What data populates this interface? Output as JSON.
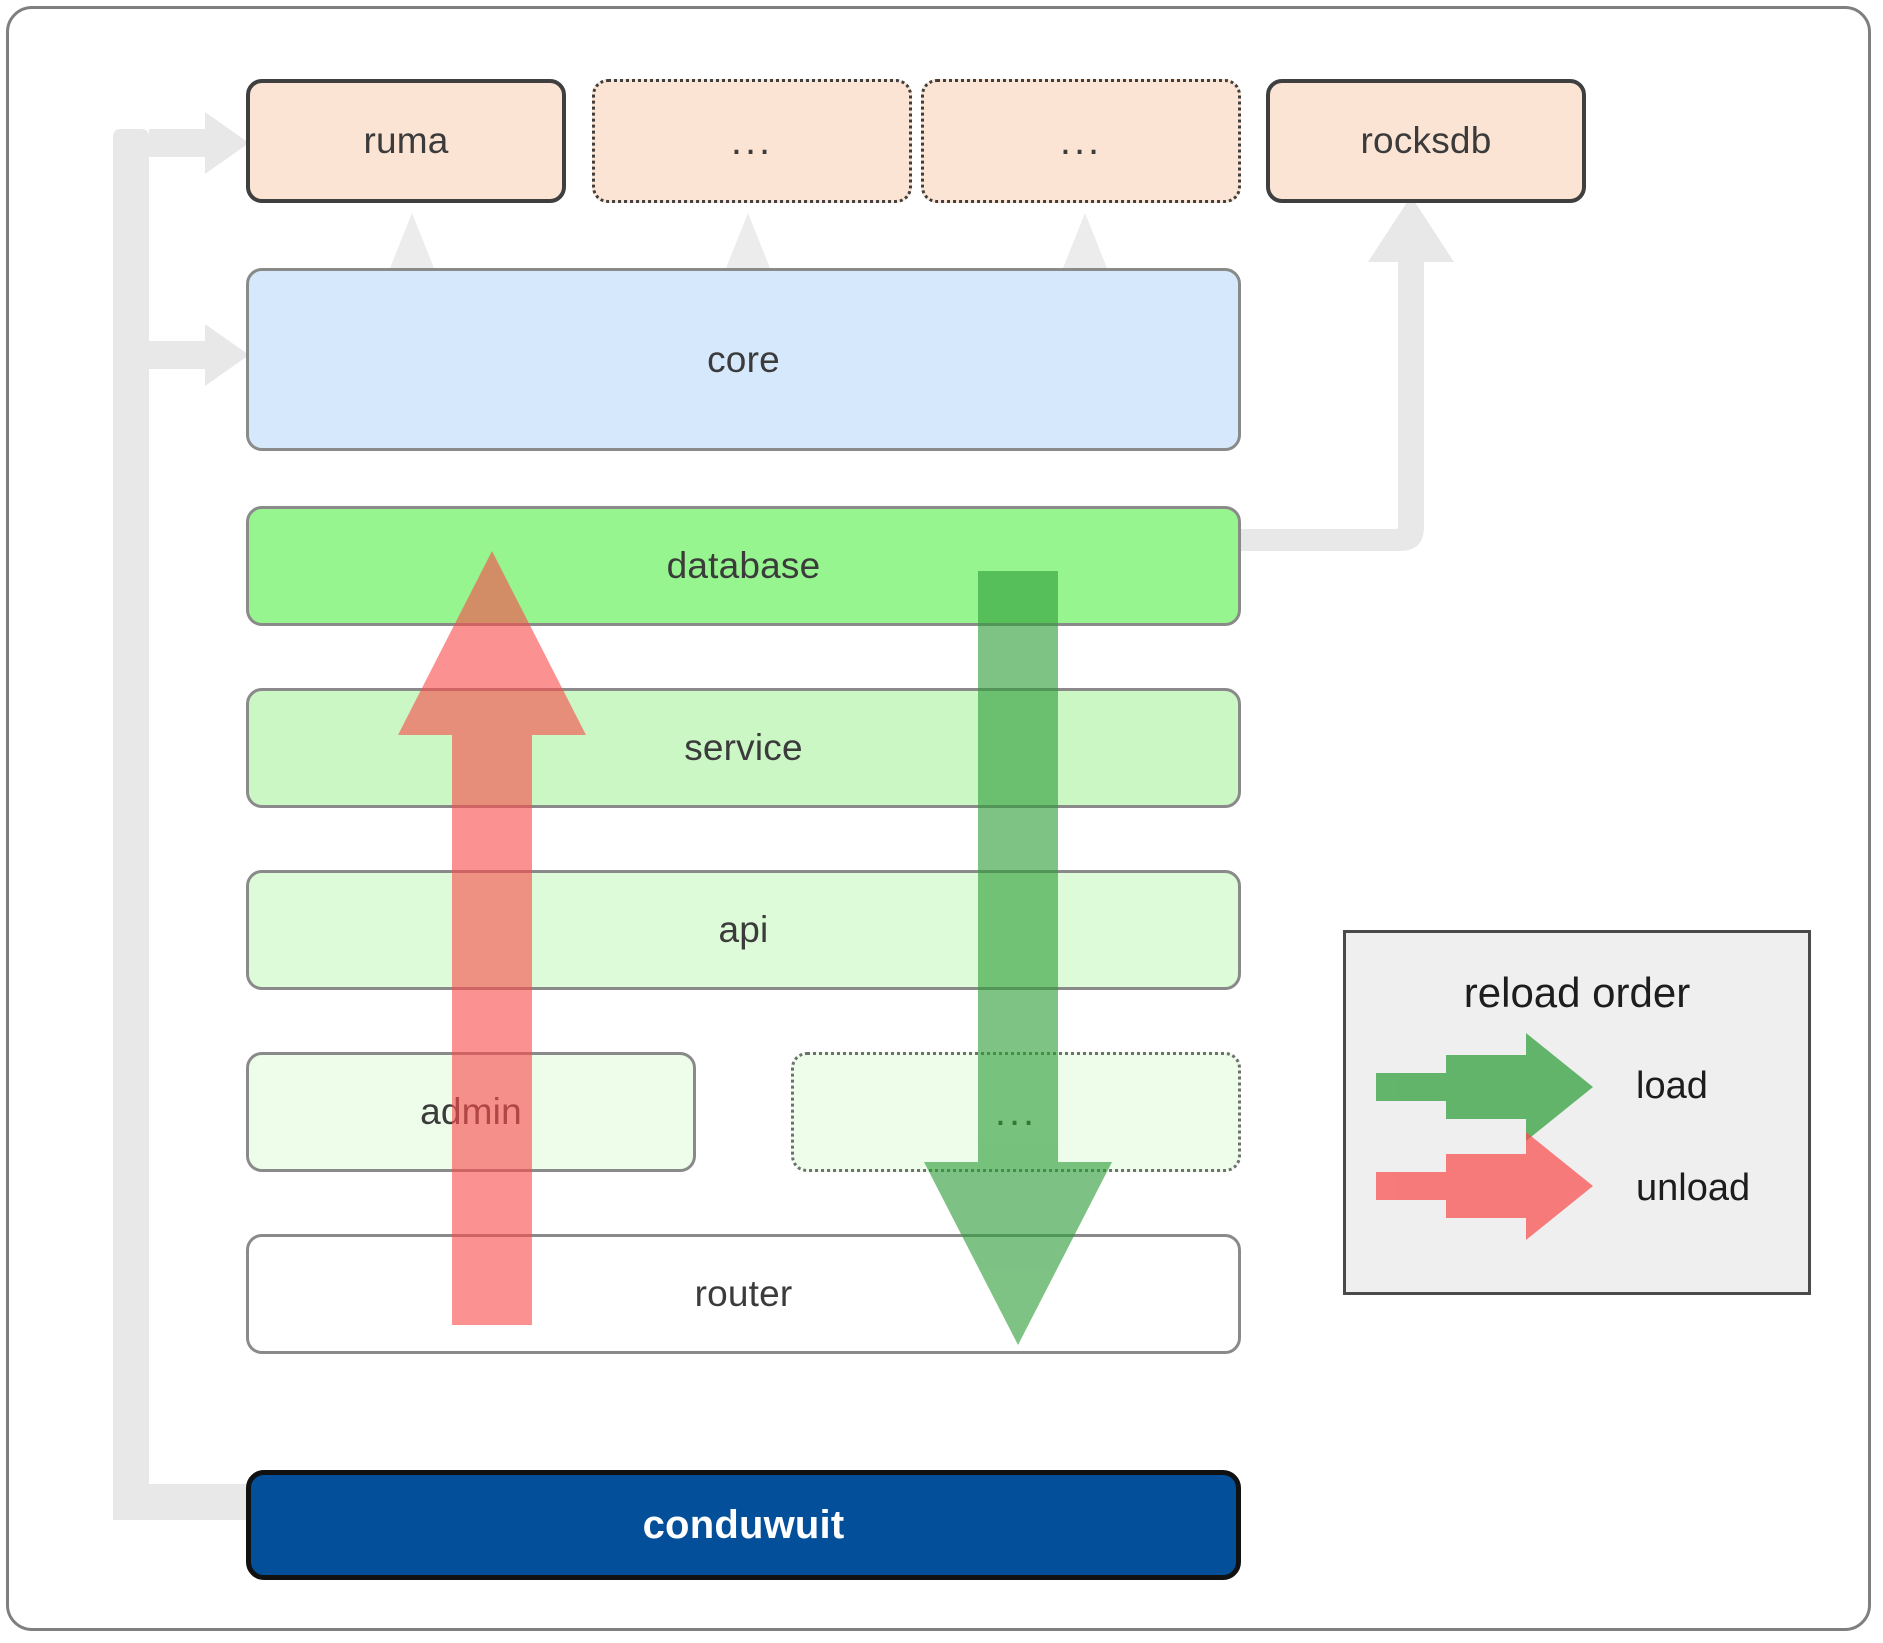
{
  "diagram": {
    "title": "conduwuit crate architecture / reload order",
    "dependencies": [
      {
        "label": "ruma",
        "style": "solid"
      },
      {
        "label": "...",
        "style": "dotted"
      },
      {
        "label": "...",
        "style": "dotted"
      },
      {
        "label": "rocksdb",
        "style": "solid"
      }
    ],
    "layers": [
      {
        "label": "core",
        "color": "#d6e8fb",
        "style": "solid"
      },
      {
        "label": "database",
        "color": "#96f58f",
        "style": "solid"
      },
      {
        "label": "service",
        "color": "#caf7c4",
        "style": "solid"
      },
      {
        "label": "api",
        "color": "#ddfbd8",
        "style": "solid"
      },
      {
        "label": "admin",
        "color": "#edfdea",
        "style": "solid"
      },
      {
        "label": "...",
        "color": "#edfdea",
        "style": "dotted"
      },
      {
        "label": "router",
        "color": "#ffffff",
        "style": "solid"
      }
    ],
    "root": {
      "label": "conduwuit",
      "color": "#044f9a",
      "text_color": "#ffffff"
    },
    "legend": {
      "title": "reload order",
      "entries": [
        {
          "label": "load",
          "color": "#4caf50"
        },
        {
          "label": "unload",
          "color": "#f98080"
        }
      ]
    },
    "flows": {
      "load_direction": "down",
      "unload_direction": "up",
      "load_color": "#4caf50",
      "unload_color": "#f98080",
      "connector_color": "#e8e8e8"
    }
  }
}
